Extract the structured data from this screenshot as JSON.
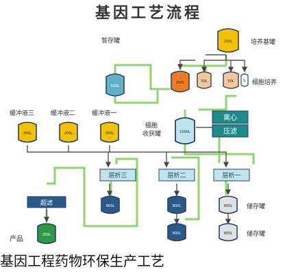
{
  "title": "基因工艺流程",
  "caption": "基因工程药物环保生产工艺",
  "labels": {
    "storage_tank": "暂存罐",
    "culture_tank": "培养基罐",
    "cell_culture": "细胞培养",
    "buffer_1": "缓冲液一",
    "buffer_2": "缓冲液二",
    "buffer_3": "缓冲液三",
    "cell_collect_tank": "细胞\n收获罐",
    "centrifuge": "离心",
    "filter": "压滤",
    "chrom_1": "层析一",
    "chrom_2": "层析二",
    "chrom_3": "层析三",
    "ultrafilter": "超滤",
    "product": "产品",
    "store_tank_1": "储存罐",
    "store_tank_2": "储存罐"
  },
  "vessel_labels": {
    "culture": "200L",
    "storage": "500L",
    "bio_orange": "200L",
    "bio_peach": "50L",
    "bio_small": "5L",
    "collect": "1000L",
    "buf_3": "200L",
    "buf_2": "200L",
    "buf_1": "200L",
    "chrom_a": "800L",
    "chrom_b": "800L",
    "chrom_c": "800L",
    "chrom_a2": "800L",
    "chrom_b2": "800L",
    "product": "200L"
  },
  "colors": {
    "pipe_green": "#8fd36e",
    "pipe_dark": "#4a4a4a",
    "teal": "#1f8a8a",
    "step_blue": "#bfe3ef",
    "navy": "#2a3f66",
    "yellow": "#f3c200",
    "orange": "#ef7a22",
    "peach": "#f6c79a",
    "green_vessel": "#2e9a46"
  }
}
